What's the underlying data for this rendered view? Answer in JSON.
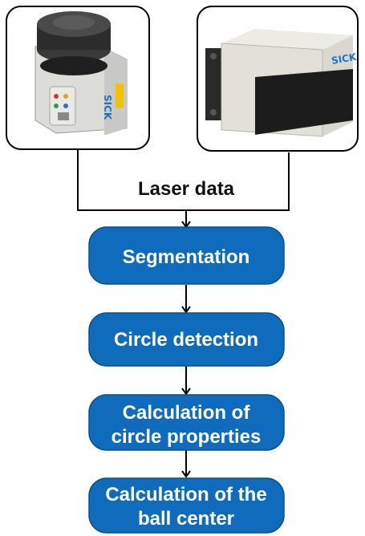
{
  "laser_input": {
    "label": "Laser data",
    "scanner_left_brand": "SICK",
    "scanner_right_brand": "SICK"
  },
  "steps": [
    {
      "label_lines": [
        "Segmentation"
      ]
    },
    {
      "label_lines": [
        "Circle detection"
      ]
    },
    {
      "label_lines": [
        "Calculation of",
        "circle properties"
      ]
    },
    {
      "label_lines": [
        "Calculation of the",
        "ball center"
      ]
    }
  ],
  "colors": {
    "step_fill": "#0f6cbd",
    "step_stroke": "#0a4f8c",
    "line": "#000000",
    "scanner_brand": "#1a73c7"
  }
}
